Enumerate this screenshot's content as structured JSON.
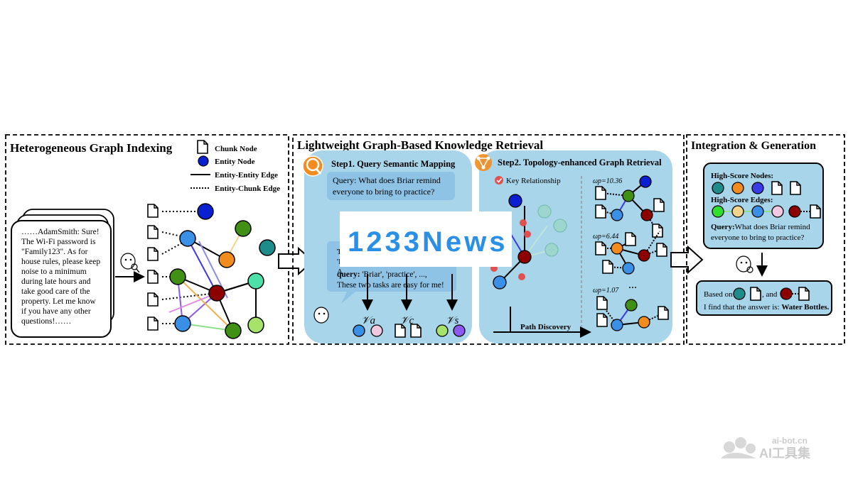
{
  "panel1": {
    "title": "Heterogeneous Graph Indexing",
    "legend": {
      "chunk_node": "Chunk Node",
      "entity_node": "Entity Node",
      "entity_entity_edge": "Entity-Entity Edge",
      "entity_chunk_edge": "Entity-Chunk Edge"
    },
    "document_lines": [
      "……AdamSmith: Sure!",
      "The Wi-Fi password is",
      "\"Family123\". As for",
      "house rules, please keep",
      "noise to a minimum",
      "during late hours and",
      "take good care of the",
      "property. Let me know",
      "if you have any other",
      "questions!……"
    ]
  },
  "panel2": {
    "title": "Lightweight Graph-Based Knowledge Retrieval",
    "step1": {
      "title": "Step1. Query Semantic Mapping",
      "query_lines": [
        "Query: What does Briar remind",
        "everyone to bring to practice?"
      ],
      "bubble_keywords_label": "query:",
      "bubble_keywords": " 'Briar', 'practice', ...,",
      "bubble_tail": "These two tasks are easy for me!",
      "bubble_fragments": [
        "T",
        "'E",
        "A"
      ],
      "labels": [
        "𝒱a",
        "𝒱c",
        "𝒱s"
      ]
    },
    "step2": {
      "title": "Step2. Topology-enhanced Graph Retrieval",
      "key_relationship": "Key Relationship",
      "path_discovery": "Path Discovery",
      "scores": [
        "ωp=10.36",
        "ωp=6.44",
        "ωp=1.07"
      ],
      "ellipsis": "…"
    }
  },
  "panel3": {
    "title": "Integration & Generation",
    "high_score_nodes": "High-Score Nodes:",
    "high_score_edges": "High-Score Edges:",
    "query_label": "Query:",
    "query_text_1": "What does Briar remind",
    "query_text_2": "everyone to bring to practice?",
    "answer_based_on": "Based on",
    "answer_and": ", and",
    "answer_line2_prefix": "I find that the answer is: ",
    "answer_value": "Water Bottles."
  },
  "watermarks": {
    "center": "1233News",
    "corner_url": "ai-bot.cn",
    "corner_name": "AI工具集"
  },
  "colors": {
    "panel_bg": "#a9d5ea",
    "blue": "#3a8fe6",
    "green": "#3f9015",
    "orange": "#f28c1e",
    "darkred": "#8c0000",
    "navy": "#0a1fd0",
    "teal": "#1f8c8c",
    "mint": "#4de0a8",
    "lightgreen": "#a6e36a",
    "pink": "#f0c8e0",
    "purple": "#8c5af0",
    "lightteal": "#9cd6cc"
  }
}
